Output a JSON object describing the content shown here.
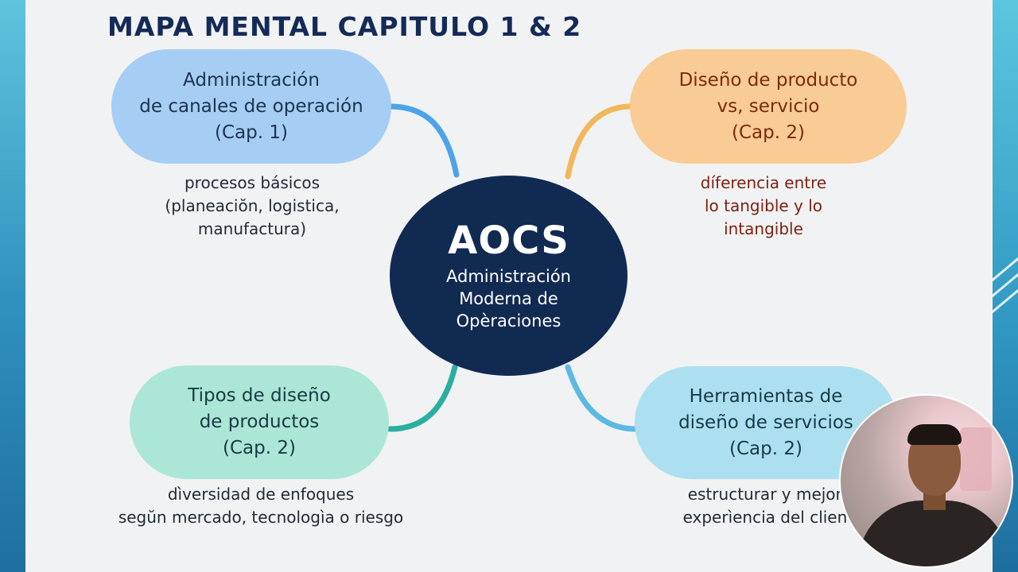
{
  "title": "MAPA MENTAL CAPITULO 1 & 2",
  "center": {
    "acronym": "AOCS",
    "lines": [
      "Administración",
      "Moderna de",
      "Opèraciones"
    ]
  },
  "nodes": {
    "top_left": {
      "lines": [
        "Administración",
        "de canales de operación",
        "(Cap. 1)"
      ],
      "desc": [
        "procesos básicos",
        "(planeaciŏn, logistica,",
        "manufactura)"
      ]
    },
    "top_right": {
      "lines": [
        "Diseño de producto",
        "vs, servicio",
        "(Cap. 2)"
      ],
      "desc": [
        "díferencia entre",
        "lo tangible y lo",
        "intangible"
      ]
    },
    "bottom_left": {
      "lines": [
        "Tipos de diseño",
        "de productos",
        "(Cap. 2)"
      ],
      "desc": [
        "dìversidad de enfoques",
        "segŭn mercado, tecnologìa o riesgo"
      ]
    },
    "bottom_right": {
      "lines": [
        "Herramientas de",
        "diseño de servicios",
        "(Cap. 2)"
      ],
      "desc": [
        "estructurar y mejorar",
        "experìencia del cliente"
      ]
    }
  },
  "colors": {
    "center": "#112a52",
    "top_left": "#a6cdf4",
    "top_right": "#f8cc94",
    "bottom_left": "#ace6d6",
    "bottom_right": "#ace0f0",
    "connector_top_left": "#4da3ea",
    "connector_top_right": "#f0b85a",
    "connector_bottom_left": "#2aaea0",
    "connector_bottom_right": "#5cb9e2"
  }
}
